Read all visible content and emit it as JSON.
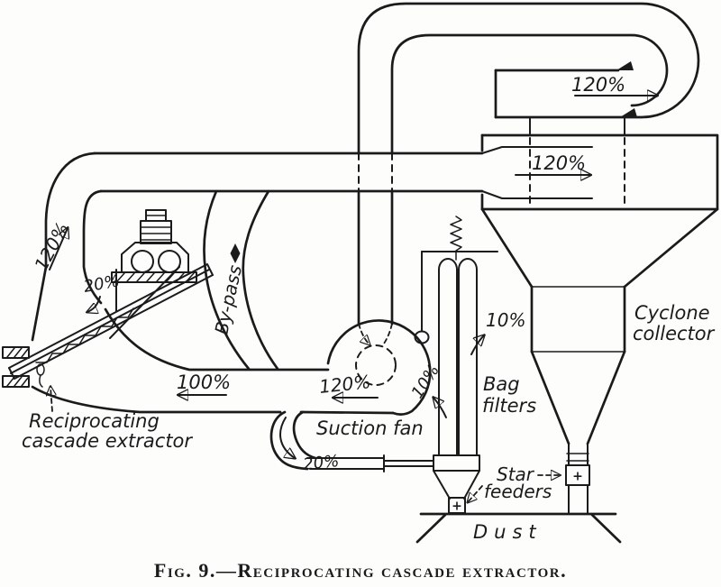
{
  "figure": {
    "caption": "Fig. 9.—Reciprocating cascade extractor."
  },
  "colors": {
    "ink": "#1b1b1b",
    "paper": "#fdfdfc"
  },
  "flow_labels": {
    "riser_flow": "120%",
    "top_loop_flow": "120%",
    "cyclone_inlet_flow": "120%",
    "fan_outlet_flow": "120%",
    "return_duct_flow": "100%",
    "bag_branch_flow": "20%",
    "extractor_feed_flow": "20%",
    "bag_vent_upper": "10%",
    "bag_vent_lower": "10%"
  },
  "component_labels": {
    "bypass": "By-pass",
    "suction_fan": "Suction fan",
    "bag_filters_line1": "Bag",
    "bag_filters_line2": "filters",
    "cyclone_line1": "Cyclone",
    "cyclone_line2": "collector",
    "star_feeders_line1": "Star",
    "star_feeders_line2": "feeders",
    "dust": "Dust",
    "extractor_line1": "Reciprocating",
    "extractor_line2": "cascade extractor",
    "star_feeder_symbol": "+"
  }
}
